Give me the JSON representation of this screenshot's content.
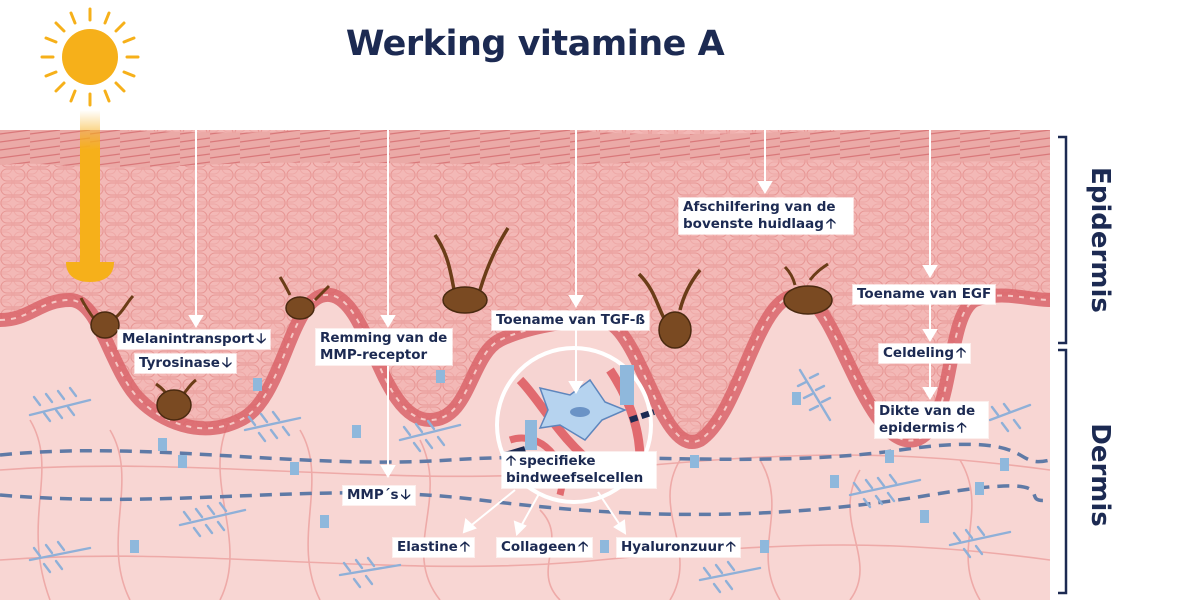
{
  "title": "Werking vitamine A",
  "colors": {
    "navy": "#1c2a52",
    "sun": "#f6b01a",
    "skin_top": "#e8a1a0",
    "epidermis": "#f3b7b5",
    "dermis": "#f8d3d0",
    "basal": "#d9646a",
    "melanocyte": "#7a4a22",
    "fiber": "#8faed6"
  },
  "icons": [
    "sun-icon",
    "melanocyte-icon",
    "fibroblast-icon",
    "arrow-up-icon",
    "arrow-down-icon"
  ],
  "labels": {
    "melanintransport": {
      "text": "Melanintransport",
      "arrow": "🡣"
    },
    "tyrosinase": {
      "text": "Tyrosinase",
      "arrow": "🡣"
    },
    "mmp_receptor": {
      "line1": "Remming van de",
      "line2": "MMP-receptor"
    },
    "mmps": {
      "text": "MMP´s",
      "arrow": "🡣"
    },
    "tgf": {
      "text": "Toename van TGF-ß"
    },
    "afschilfering": {
      "line1": "Afschilfering van de",
      "line2": "bovenste huidlaag",
      "arrow": "🡡"
    },
    "egf": {
      "text": "Toename van EGF"
    },
    "celdeling": {
      "text": "Celdeling",
      "arrow": "🡡"
    },
    "dikte": {
      "line1": "Dikte van de",
      "line2": "epidermis",
      "arrow": "🡡"
    },
    "bindweefsel": {
      "arrow": "🡡",
      "line1": "specifieke",
      "line2": "bindweefselcellen"
    },
    "elastine": {
      "text": "Elastine",
      "arrow": "🡡"
    },
    "collageen": {
      "text": "Collageen",
      "arrow": "🡡"
    },
    "hyaluronzuur": {
      "text": "Hyaluronzuur",
      "arrow": "🡡"
    }
  },
  "layers": {
    "epidermis": "Epidermis",
    "dermis": "Dermis"
  }
}
